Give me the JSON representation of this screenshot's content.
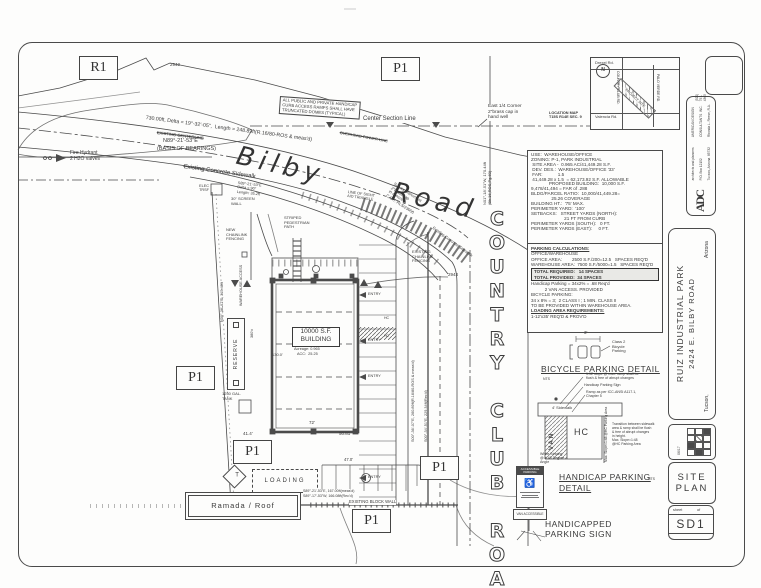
{
  "page": {
    "background": "#fdfdfc",
    "ink": "#3a3a3a"
  },
  "zones": {
    "r1": "R1",
    "p1": "P1"
  },
  "road": {
    "name": "Bilby  Road",
    "centerline_note": "730.00ft, Delta = 19°-32'-05\",  Length = 248.89ft(R.16/80-ROS & meas'd)",
    "existing_centerline": "EXISTING CENTERLINE",
    "bearing": "N89°-21'-53\"E",
    "basis_of_bearings": "(BASIS OF BEARINGS)",
    "center_section_line": "Center Section Line",
    "overhead_power_line": "OVERHEAD POWER LINE",
    "existing_concrete_sidewalk": "Existing Concrete Sidewalk",
    "fire_hydrant": [
      "Fire Hydrant",
      "2 H2O valves"
    ],
    "truncated_domes_note": [
      "ALL PUBLIC AND PRIVATE HANDICAP",
      "CURB ACCESS RAMPS SHALL HAVE",
      "TRUNCATED DOMES (TYPICAL)"
    ],
    "east_quarter_corner": [
      "East 1/4 Corner",
      "2\"brass cap in",
      "hand well"
    ],
    "location_map_ref": [
      "LOCATION MAP",
      "T15S R14E SEC. 9"
    ],
    "survey_monument": [
      "Survey Monument",
      "2\"brass cap",
      "in concrete",
      "C.O.T. RLS/23056"
    ],
    "line_of_sight": [
      "LINE OF SIGHT",
      "AID TRIANGLE"
    ],
    "curve_note": [
      "S89°-21'-53\"E",
      "Delta = 90°",
      "Length: 35.2ft"
    ],
    "ccr_bearing": [
      "N01°-18'-51\"W, 170.44ft",
      "(Bk.16,ROS,Pg.60)"
    ],
    "spot_2942": "2942",
    "spot_2944": "2944"
  },
  "country_club_road": "COUNTRY CLUB ROAD",
  "site": {
    "elec_trsf": [
      "ELEC",
      "TRSF"
    ],
    "screen_wall": [
      "30\" SCREEN",
      "WALL"
    ],
    "new_chainlink": [
      "NEW",
      "CHAINLINK",
      "FENCING"
    ],
    "pedestrian_path": [
      "STRIPED",
      "PEDESTRIAN",
      "PATH"
    ],
    "existing_chainlink": [
      "EXISTING",
      "CHAINLINK",
      "FENCING"
    ],
    "warehouse_access": "WAREHOUSE ACCESS",
    "reserve": "RESERVE",
    "west_bearing": "N00°-38'-07\"E, 315.46ft",
    "dim_380": "380'±",
    "tank": [
      "1250 GAL.",
      "TANK"
    ],
    "building_name_1": "10000 S.F.",
    "building_name_2": "BUILDING",
    "building_acreage": "Acreage: 0.965",
    "building_acc": "ACC:  25.25",
    "dim_130": "130.0'",
    "dim_72": "72'",
    "dim_41": "41.4'",
    "dim_50": "50.81",
    "dim_47": "47.0'",
    "entry": "ENTRY",
    "hc": "HC",
    "loading": "LOADING",
    "transformer": "T",
    "ramada": "Ramada / Roof",
    "existing_block_wall": "EXISTING BLOCK WALL",
    "south_bearing_1": "S89°-21'-53\"E, 167.00ft(meas'd)",
    "south_bearing_2": "S89°-17'-53\"W, 166.08ft(Rec'd)",
    "east_bearing_1": "S00°-36'-07\"E, 260.89ft(R.16/80-ROS & meas'd)",
    "east_bearing_2": "S00°-34'-51\"E, 229.34ft(Rec'd)"
  },
  "notes": {
    "lines": [
      "USE:  WAREHOUSE/OFFICE",
      "ZONING: P-1, PARK INDUSTRIAL",
      " SITE AREA -  0.965 AC/41,449.28 S.F.",
      " DEV. DES.:  WAREHOUSE/OFFICE '33'",
      " FAR:            1.5",
      " 41,449.28 x 1.5  = 62,173.92 S.F. ALLOWABLE",
      "              PROPOSED BUILDING:  10,000 S.F.",
      "",
      "9,478/41,494 = FAR of .288",
      "BLDG/PARCEL RATIO:  10,000/41,449.28=",
      "                25.26 COVERAGE",
      "",
      "BUILDING HT.:  '75' MAX.",
      "PERIMETER YARD:  '100'",
      "SETBACKS:   STREET YARDS (NORTH):",
      "                          21 FT FROM CURB",
      "PERIMETER YARDS (SOUTH):   0 FT.",
      "PERIMETER YARDS (EAST):     0 FT."
    ]
  },
  "parking": {
    "title": "PARKING CALCULATIONS:",
    "lines_a": [
      "OFFICE/WAREHOUSE",
      "OFFICE AREA:        2500 S.F./200=12.5   SPACES REQ'D",
      "WAREHOUSE AREA:  7500 S.F./5000=1.5   SPACES REQ'D"
    ],
    "totals": [
      "TOTAL REQUIRED:   14 SPACES",
      "TOTAL PROVIDED:  34 SPACES"
    ],
    "lines_b": [
      "Handicap Parking = 34x2% = .68 Req'd",
      "           2 VAN ACCESS. PROVIDED",
      "BICYCLE PARKING:",
      "34 x 8% = 3;  2 CLASS I ; 1 MIN. CLASS II",
      "TO BE PROVIDED WITHIN WAREHOUSE AREA."
    ],
    "loading_title": "LOADING AREA REQUIREMENTS:",
    "loading_line": "1-12'x35' REQ'D & PROV'D"
  },
  "details": {
    "bicycle_title": "BICYCLE PARKING DETAIL",
    "nts": "NTS",
    "class2": [
      "Class 2",
      "Bicycle",
      "Parking"
    ],
    "dim_3": "3'",
    "ramp_note": [
      "1:12 slope @ max. ramp shall be",
      "flush & free of abrupt changes"
    ],
    "hc_sign_note": "Handicap Parking Sign",
    "ramp_per": [
      "Ramp as per ICC-ANSI A117.1,",
      "Chapter 5"
    ],
    "sidewalk_4": "4' Sidewalk",
    "hc": "HC",
    "van": "VAN",
    "max_slope": "Max. Slope=1:48 @HC Parking Area",
    "transition_note": [
      "Transition between sidewalk",
      "area & ramp shall be flush",
      "& free of abrupt changes",
      "in height.",
      "Max. Slope=1:48",
      "@HC Parking Area"
    ],
    "striping": [
      "White Striping",
      "@ a 45 Degree",
      "Angle"
    ],
    "handicap_title_1": "HANDICAP PARKING",
    "handicap_title_2": "DETAIL",
    "sign_title": [
      "HANDICAPPED",
      "PARKING SIGN"
    ],
    "sign_top": "ACCESSIBLE PARKING",
    "sign_van": "VAN ACCESSIBLE",
    "wheelchair": "♿"
  },
  "location_map": {
    "drexel": "Drexel Rd.",
    "valencia": "Valencia Rd.",
    "country_club": "COUNTRY CLUB RD.",
    "palo_verde": "PALO VERDE RD.",
    "project_site": "PROJECT SITE",
    "north": "N"
  },
  "firm": {
    "logo": "ADC",
    "name": "AMERICAN DESIGN",
    "name2": "CONSULTANTS  INC.",
    "principal": "Rhonda L. Reese, R.A.",
    "tagline": "architects and planners",
    "po_box": "P.O. Box 12152",
    "city": "Tucson, Arizona  85732",
    "phone": "(520) 791-4365"
  },
  "titleblock": {
    "project": "RUIZ INDUSTRIAL PARK",
    "address": "2424 E. BILBY ROAD",
    "city": "Tucson,",
    "state": "Arizona",
    "stamp": "06/17",
    "sheet_word": "sheet",
    "of_word": "of",
    "sheet_title_1": "SITE",
    "sheet_title_2": "PLAN",
    "sheet_number": "SD1"
  }
}
